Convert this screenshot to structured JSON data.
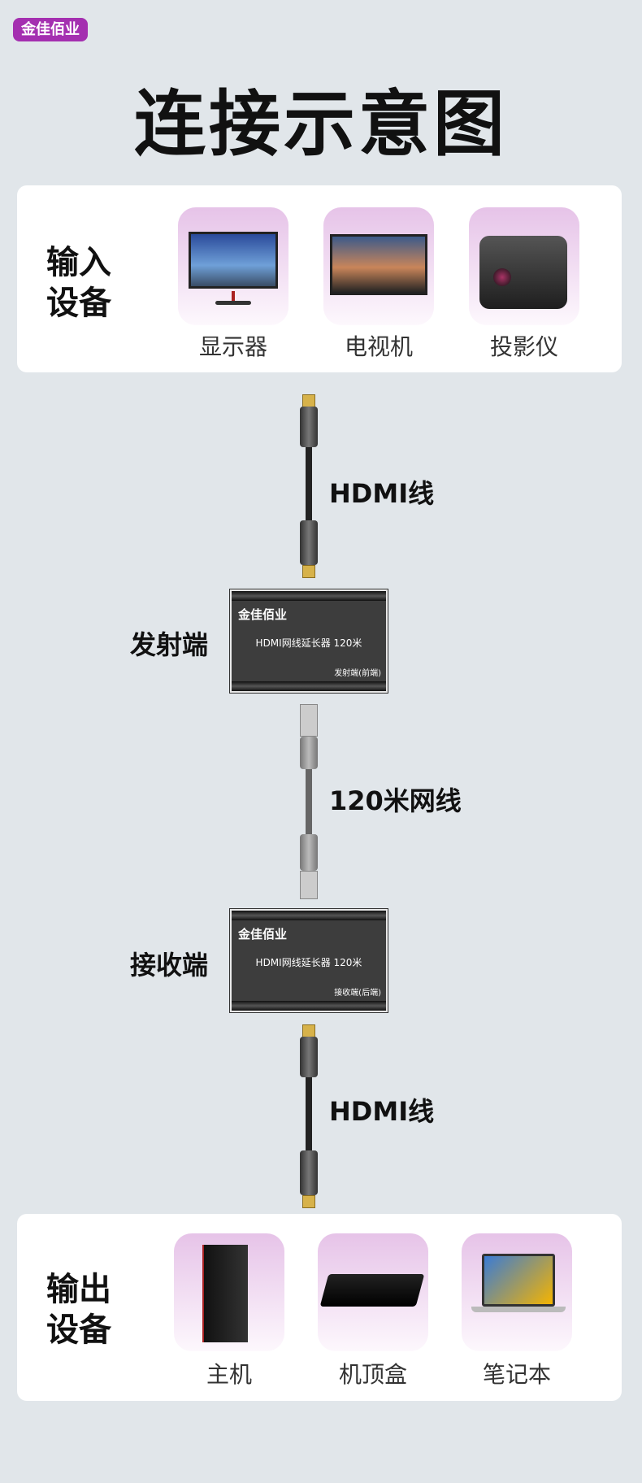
{
  "brand": "金佳佰业",
  "title": "连接示意图",
  "input": {
    "heading_line1": "输入",
    "heading_line2": "设备",
    "devices": [
      {
        "label": "显示器",
        "icon": "monitor-icon"
      },
      {
        "label": "电视机",
        "icon": "tv-icon"
      },
      {
        "label": "投影仪",
        "icon": "projector-icon"
      }
    ]
  },
  "cables": {
    "hdmi_top": "HDMI线",
    "network": "120米网线",
    "hdmi_bottom": "HDMI线"
  },
  "transmitter": {
    "side_label": "发射端",
    "brand": "金佳佰业",
    "model": "HDMI网线延长器 120米",
    "role": "发射端(前端)"
  },
  "receiver": {
    "side_label": "接收端",
    "brand": "金佳佰业",
    "model": "HDMI网线延长器 120米",
    "role": "接收端(后端)"
  },
  "output": {
    "heading_line1": "输出",
    "heading_line2": "设备",
    "devices": [
      {
        "label": "主机",
        "icon": "pc-tower-icon"
      },
      {
        "label": "机顶盒",
        "icon": "set-top-box-icon"
      },
      {
        "label": "笔记本",
        "icon": "laptop-icon"
      }
    ]
  }
}
